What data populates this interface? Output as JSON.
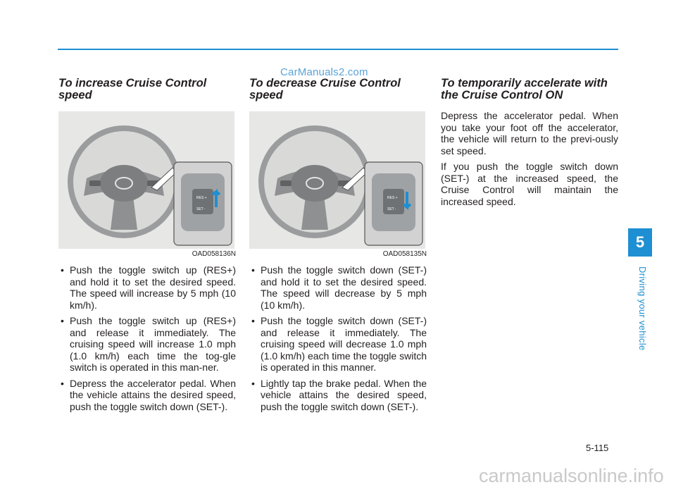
{
  "watermark_top": "CarManuals2.com",
  "watermark_bottom": "carmanualsonline.info",
  "columns": {
    "increase": {
      "heading_line1": "To increase Cruise Control",
      "heading_line2": "speed",
      "figure_code": "OAD058136N",
      "bullets": [
        "Push the toggle switch up (RES+) and hold it to set the desired speed. The speed will increase by 5 mph (10 km/h).",
        "Push the toggle switch up (RES+) and release it immediately. The cruising speed will increase 1.0 mph (1.0 km/h) each time the tog-gle switch is operated in this man-ner.",
        "Depress the accelerator pedal. When the vehicle attains the desired speed, push the toggle switch down (SET-)."
      ]
    },
    "decrease": {
      "heading_line1": "To decrease Cruise Control",
      "heading_line2": "speed",
      "figure_code": "OAD058135N",
      "bullets": [
        "Push the toggle switch down (SET-) and hold it to set the desired speed. The speed will decrease by 5 mph (10 km/h).",
        "Push the toggle switch down (SET-) and release it immediately. The cruising speed will decrease 1.0 mph (1.0 km/h) each time the toggle switch is operated in this manner.",
        "Lightly tap the brake pedal. When the vehicle attains the desired speed, push the toggle switch down (SET-)."
      ]
    },
    "temporary": {
      "heading_line1": "To temporarily accelerate with",
      "heading_line2": "the Cruise Control ON",
      "paragraphs": [
        "Depress the accelerator pedal. When you take your foot off the accelerator, the vehicle will return to the previ-ously set speed.",
        "If you push the toggle switch down (SET-) at the increased speed, the Cruise Control will maintain the increased speed."
      ]
    }
  },
  "switch_labels": {
    "up": "RES +",
    "down": "SET -"
  },
  "bullet_char": "•",
  "chapter": {
    "number": "5",
    "title": "Driving your vehicle"
  },
  "page_number": "5-115",
  "colors": {
    "accent": "#1e8fd2",
    "figure_bg": "#e7e7e6"
  }
}
